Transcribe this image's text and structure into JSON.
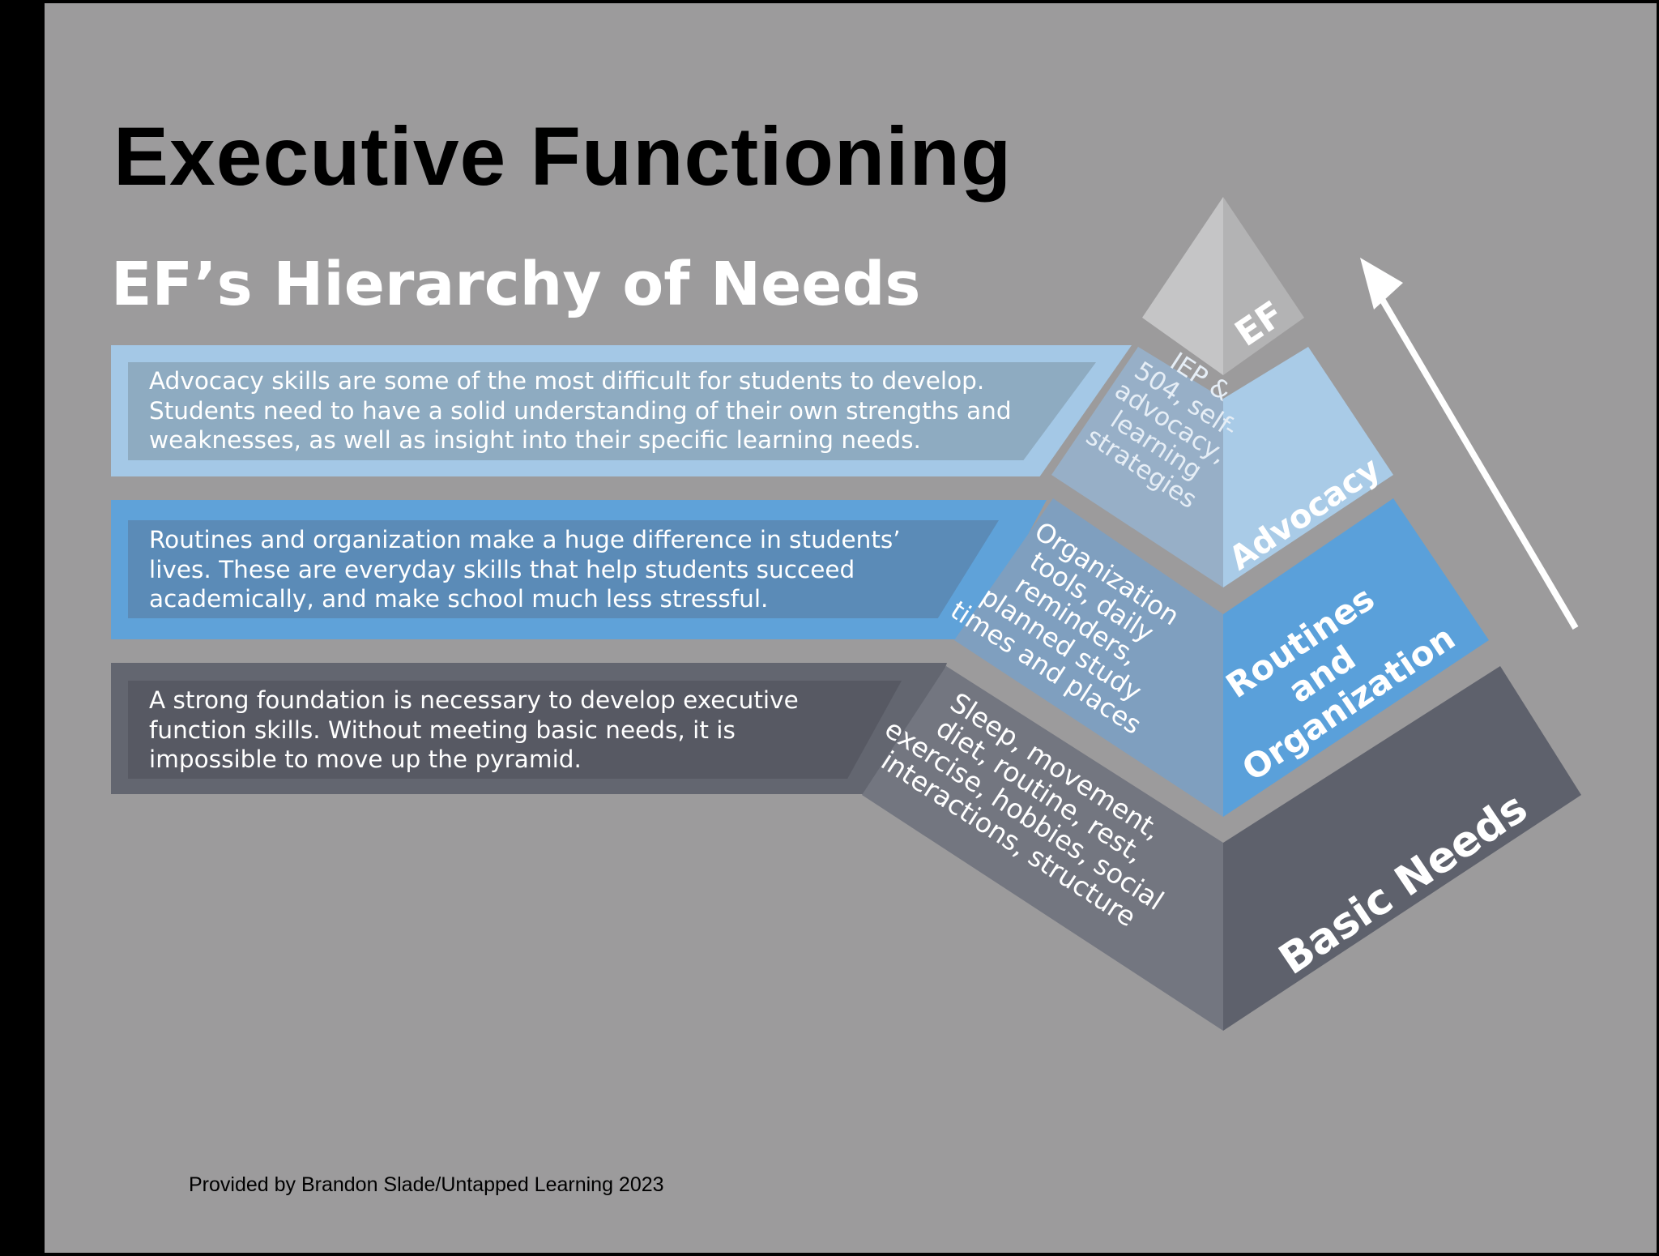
{
  "title": "Executive Functioning",
  "subtitle": "EF’s Hierarchy of Needs",
  "bands": [
    {
      "text": "Advocacy skills are some of the most difficult for students to develop.\nStudents need to have a solid understanding of their own strengths and\nweaknesses, as well as insight into their specific learning needs.",
      "color": "#a4c8e6",
      "inner_color": "#8eabc1"
    },
    {
      "text": "Routines and organization make a huge difference in students’\nlives. These are everyday skills that help students succeed\nacademically, and make school much less stressful.",
      "color": "#5fa2d9",
      "inner_color": "#5b8bb7"
    },
    {
      "text": "A strong foundation is necessary to develop executive\nfunction skills. Without meeting basic needs, it is\nimpossible to move up the pyramid.",
      "color": "#636670",
      "inner_color": "#575963"
    }
  ],
  "pyramid": {
    "levels": [
      {
        "label": "EF",
        "detail": ""
      },
      {
        "label": "Advocacy",
        "detail": "IEP &\n504, self-\nadvocacy,\nlearning\nstrategies"
      },
      {
        "label": "Routines\nand\nOrganization",
        "detail": "Organization\ntools, daily\nreminders,\nplanned study\ntimes and places"
      },
      {
        "label": "Basic Needs",
        "detail": "Sleep, movement,\ndiet, routine, rest,\nexercise, hobbies, social\ninteractions, structure"
      }
    ]
  },
  "credit": "Provided by Brandon Slade/Untapped Learning 2023"
}
